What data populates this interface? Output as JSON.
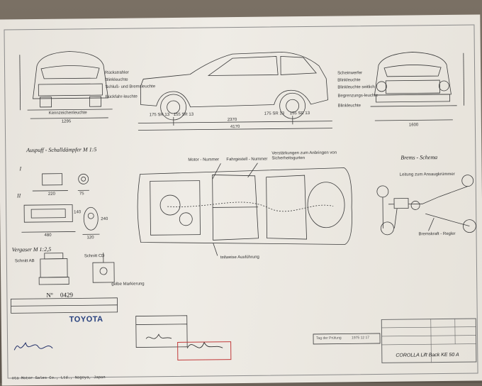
{
  "labels": {
    "rueckstrahler": "Rückstrahler",
    "blinkleuchte_l": "Blinkleuchte",
    "schluss_brems": "Schluß- und Bremsleuchte",
    "rueckfahr": "Rückfahr-leuchte",
    "kennzeichen": "Kennzeichenleuchte",
    "scheinwerfer": "Scheinwerfer",
    "blinkleuchte_r": "Blinkleuchte",
    "blinkleuchte_seitl": "Blinkleuchte seitlich",
    "begrenzung": "Begrenzungs-leuchte",
    "blinkleuchte_r2": "Blinkleuchte",
    "tyre_l1": "175 SR 13",
    "tyre_l2": "155 SR 13",
    "tyre_r1": "175 SR 13",
    "tyre_r2": "155 SR 13",
    "dim_track_rear": "1295",
    "dim_wheelbase": "2370",
    "dim_length": "4170",
    "dim_width": "1600",
    "auspuff": "Auspuff - Schalldämpfer  M 1:5",
    "roman_1": "I",
    "roman_2": "II",
    "dim_220": "220",
    "dim_480": "480",
    "dim_75": "75",
    "dim_120": "120",
    "dim_140": "140",
    "dim_240": "240",
    "motor_nr": "Motor - Nummer",
    "fahrgestell_nr": "Fahrgestell - Nummer",
    "verstaerkung": "Verstärkungen zum Anbringen von Sicherheitsgurten",
    "teilweise": "teilweise Ausführung",
    "brems_schema": "Brems - Schema",
    "leitung": "Leitung zum Ansaugkrümmer",
    "bremskraft": "Bremskraft - Regler",
    "vergaser": "Vergaser  M 1:2,5",
    "schnitt_ab": "Schnitt AB",
    "schnitt_cd": "Schnitt CD",
    "gelbe": "gelbe Markierung",
    "nr_label": "Nº",
    "nr_value": "0429",
    "brand": "TOYOTA",
    "tag_label": "Tag der Prüfung",
    "tag_value": "1975 12 17",
    "model": "COROLLA  Lift Back  KE 50 A",
    "company": "ota Motor Sales Co., Ltd., Nagoya, Japan"
  },
  "colors": {
    "ink": "#3a3a3a",
    "stamp_red": "#c23a3a",
    "brand_blue": "#27407e"
  }
}
